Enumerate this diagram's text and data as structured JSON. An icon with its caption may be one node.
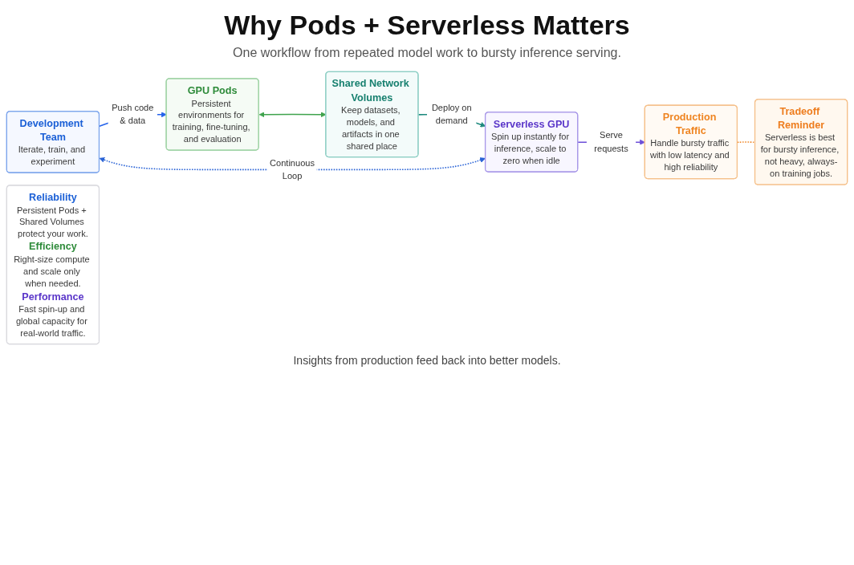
{
  "diagram": {
    "title": "Why Pods + Serverless Matters",
    "nodes": [
      {
        "text": [
          "Development Team",
          "Iterate, train, and experiment"
        ]
      },
      {
        "text": [
          "GPU Pods",
          "Persistent environments for training, fine-tuning, and evaluation"
        ]
      },
      {
        "text": [
          "Shared Network Volumes",
          "Keep datasets, models, and artifacts in one shared place"
        ]
      },
      {
        "text": [
          "Serverless GPU",
          "Spin up instantly for inference, scale to zero when idle"
        ]
      },
      {
        "text": [
          "Production Traffic",
          "Handle bursty traffic with low latency and high reliability"
        ]
      },
      {
        "text": [
          "Tradeoff Reminder",
          "Serverless is best for bursty inference, not heavy, always-on training jobs."
        ]
      },
      {
        "text": [
          "Reliability",
          "Persistent Pods + Shared Volumes protect your work.",
          "Efficiency",
          "Right-size compute and scale only when needed.",
          "Performance",
          "Fast spin-up and global capacity for real-world traffic."
        ]
      }
    ],
    "edges": [
      {
        "from": 0,
        "to": 1,
        "arrow": "to",
        "label": "Push code & data",
        "color": "#2563eb"
      },
      {
        "from": 1,
        "to": 2,
        "arrow": "both",
        "color": "#3fa34d"
      },
      {
        "from": 2,
        "to": 3,
        "arrow": "to",
        "label": "Deploy on demand",
        "color": "#1f8a7e"
      },
      {
        "from": 3,
        "to": 4,
        "arrow": "to",
        "label": "Serve requests",
        "color": "#6d4fd8"
      },
      {
        "from": 3,
        "to": 0,
        "arrow": "both",
        "label": "Continuous Loop",
        "style": "dashed",
        "color": "#2a63d6"
      },
      {
        "from": 4,
        "to": 5,
        "arrow": "none",
        "style": "dashed",
        "color": "#f08a2c"
      }
    ],
    "labels": [
      "One workflow from repeated model work to bursty inference serving.",
      "Insights from production feed back into better models."
    ]
  }
}
